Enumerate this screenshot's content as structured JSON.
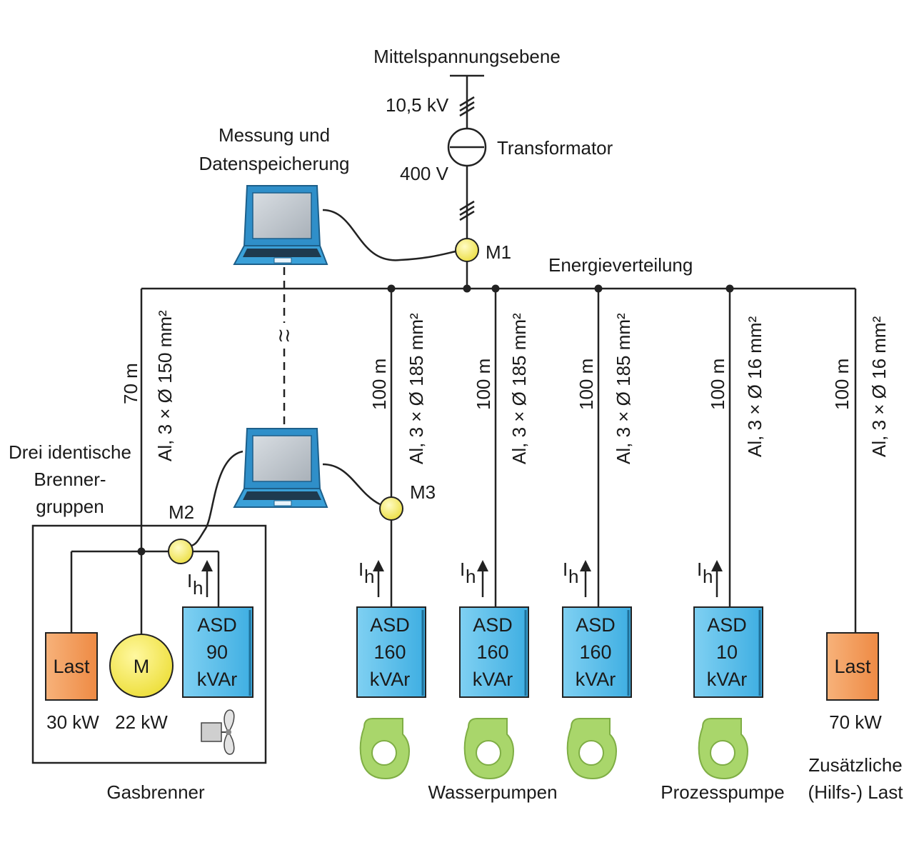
{
  "top": {
    "supply": "Mittelspannungsebene",
    "mv_voltage": "10,5 kV",
    "lv_voltage": "400 V",
    "transformer": "Transformator",
    "distribution": "Energieverteilung"
  },
  "measurement": {
    "title_line1": "Messung und",
    "title_line2": "Datenspeicherung",
    "m1": "M1",
    "m2": "M2",
    "m3": "M3",
    "link_symbol": "≀≀"
  },
  "cables": [
    {
      "length": "70 m",
      "spec": "Al, 3 × Ø 150 mm²"
    },
    {
      "length": "100 m",
      "spec": "Al, 3 × Ø 185 mm²"
    },
    {
      "length": "100 m",
      "spec": "Al, 3 × Ø 185 mm²"
    },
    {
      "length": "100 m",
      "spec": "Al, 3 × Ø 185 mm²"
    },
    {
      "length": "100 m",
      "spec": "Al, 3 × Ø 16 mm²"
    },
    {
      "length": "100 m",
      "spec": "Al, 3 × Ø 16 mm²"
    }
  ],
  "burner": {
    "group_line1": "Drei identische",
    "group_line2": "Brenner-",
    "group_line3": "gruppen",
    "load_label": "Last",
    "load_power": "30 kW",
    "motor_label": "M",
    "motor_power": "22 kW",
    "caption": "Gasbrenner"
  },
  "asd_units": [
    {
      "line1": "ASD",
      "line2": "90",
      "line3": "kVAr"
    },
    {
      "line1": "ASD",
      "line2": "160",
      "line3": "kVAr"
    },
    {
      "line1": "ASD",
      "line2": "160",
      "line3": "kVAr"
    },
    {
      "line1": "ASD",
      "line2": "160",
      "line3": "kVAr"
    },
    {
      "line1": "ASD",
      "line2": "10",
      "line3": "kVAr"
    }
  ],
  "current_label": "I",
  "current_sub": "h",
  "aux": {
    "load_label": "Last",
    "load_power": "70 kW",
    "caption_line1": "Zusätzliche",
    "caption_line2": "(Hilfs-) Last"
  },
  "captions": {
    "water_pumps": "Wasserpumpen",
    "process_pump": "Prozesspumpe"
  },
  "colors": {
    "asd_fill": "#5bbde9",
    "load_fill": "#f39a5a",
    "motor_fill": "#f5ec5a",
    "meter_fill": "#f7ef6a",
    "pump_fill": "#a9d66b",
    "laptop_frame": "#2f8fc9"
  }
}
